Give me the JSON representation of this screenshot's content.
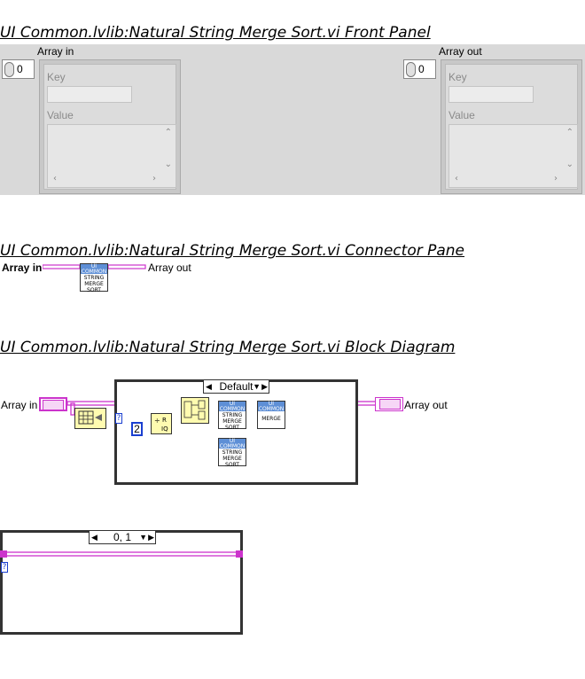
{
  "front_panel": {
    "title": "UI Common.lvlib:Natural String Merge Sort.vi Front Panel",
    "controls": [
      {
        "label": "Array in",
        "index": "0",
        "key_label": "Key",
        "value_label": "Value"
      },
      {
        "label": "Array out",
        "index": "0",
        "key_label": "Key",
        "value_label": "Value"
      }
    ]
  },
  "connector_pane": {
    "title": "UI Common.lvlib:Natural String Merge Sort.vi Connector Pane",
    "input_label": "Array in",
    "output_label": "Array out",
    "icon_header": "UI COMMON",
    "icon_text": "STRING MERGE SORT"
  },
  "block_diagram": {
    "title": "UI Common.lvlib:Natural String Merge Sort.vi Block Diagram",
    "input_label": "Array in",
    "output_label": "Array out",
    "case_selector": "Default",
    "constant_value": "2",
    "sort_icon_header": "UI COMMON",
    "sort_icon_text": "STRING MERGE SORT",
    "merge_icon_header": "UI COMMON",
    "merge_icon_text": "MERGE",
    "case2_selector": "0, 1",
    "tunnel_glyph": "?"
  },
  "colors": {
    "wire_pink": "#cc33cc",
    "icon_blue": "#5e8fd6",
    "function_yellow": "#fffbb0",
    "panel_gray": "#d9d9d9"
  }
}
